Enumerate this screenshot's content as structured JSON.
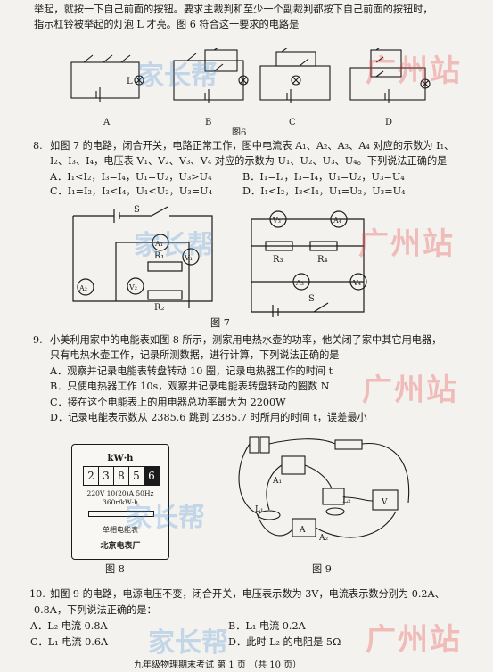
{
  "q7": {
    "line1": "举起，就按一下自己前面的按钮。要求主裁判和至少一个副裁判都按下自己前面的按钮时，",
    "line2": "指示杠铃被举起的灯泡 L 才亮。图 6 符合这一要求的电路是",
    "labels": [
      "A",
      "B",
      "C",
      "D"
    ],
    "lamp": "L",
    "fig": "图6"
  },
  "q8": {
    "num": "8.",
    "stem1": "如图 7 的电路，闭合开关，电路正常工作，图中电流表 A₁、A₂、A₃、A₄ 对应的示数为 I₁、",
    "stem2": "I₂、I₃、I₄，电压表 V₁、V₂、V₃、V₄ 对应的示数为 U₁、U₂、U₃、U₄。下列说法正确的是",
    "optA": "A．I₁<I₂，I₃=I₄，U₁=U₂，U₃>U₄",
    "optB": "B．I₁=I₂，I₃=I₄，U₁=U₂，U₃=U₄",
    "optC": "C．I₁=I₂，I₃<I₄，U₁<U₂，U₃=U₄",
    "optD": "D．I₁<I₂，I₃<I₄，U₁=U₂，U₃=U₄",
    "fig": "图 7",
    "left": {
      "S": "S",
      "A1": "A₁",
      "V1": "V₁",
      "R1": "R₁",
      "A2": "A₂",
      "V2": "V₂",
      "R2": "R₂"
    },
    "right": {
      "V3": "V₃",
      "A4": "A₄",
      "R3": "R₃",
      "R4": "R₄",
      "A3": "A₃",
      "V4": "V₄",
      "S": "S"
    }
  },
  "q9": {
    "num": "9.",
    "stem1": "小美利用家中的电能表如图 8 所示，测家用电热水壶的功率，他关闭了家中其它用电器，",
    "stem2": "只有电热水壶工作，记录所测数据，进行计算，下列说法正确的是",
    "optA": "A．观察并记录电能表转盘转动 10 圈，记录电热器工作的时间 t",
    "optB": "B．只使电热器工作 10s，观察并记录电能表转盘转动的圈数 N",
    "optC": "C．接在这个电能表上的用电器总功率最大为 2200W",
    "optD": "D．记录电能表示数从 2385.6 跳到 2385.7 时所用的时间 t，误差最小",
    "meter": {
      "unit": "kW·h",
      "digits": [
        "2",
        "3",
        "8",
        "5",
        "6"
      ],
      "spec": "220V   10(20)A   50Hz",
      "rev": "360r/kW·h",
      "name": "单相电能表",
      "maker": "北京电表厂"
    },
    "fig8": "图 8",
    "fig9": "图 9",
    "fig9labels": {
      "A1": "A₁",
      "L1": "L₁",
      "L2": "L₂",
      "A2": "A₂",
      "V": "V",
      "A": "A"
    }
  },
  "q10": {
    "num": "10.",
    "stem1": "如图 9 的电路，电源电压不变，闭合开关，电压表示数为 3V，电流表示数分别为 0.2A、",
    "stem2": "0.8A，下列说法正确的是：",
    "optA": "A．L₂ 电流 0.8A",
    "optB": "B．L₁ 电流 0.2A",
    "optC": "C．L₁ 电流 0.6A",
    "optD": "D．此时 L₂ 的电阻是 5Ω"
  },
  "footer": {
    "text": "九年级物理期末考试    第 1 页   （共 10 页）"
  },
  "watermark": {
    "cn": "广州站",
    "brand": "家长帮"
  }
}
